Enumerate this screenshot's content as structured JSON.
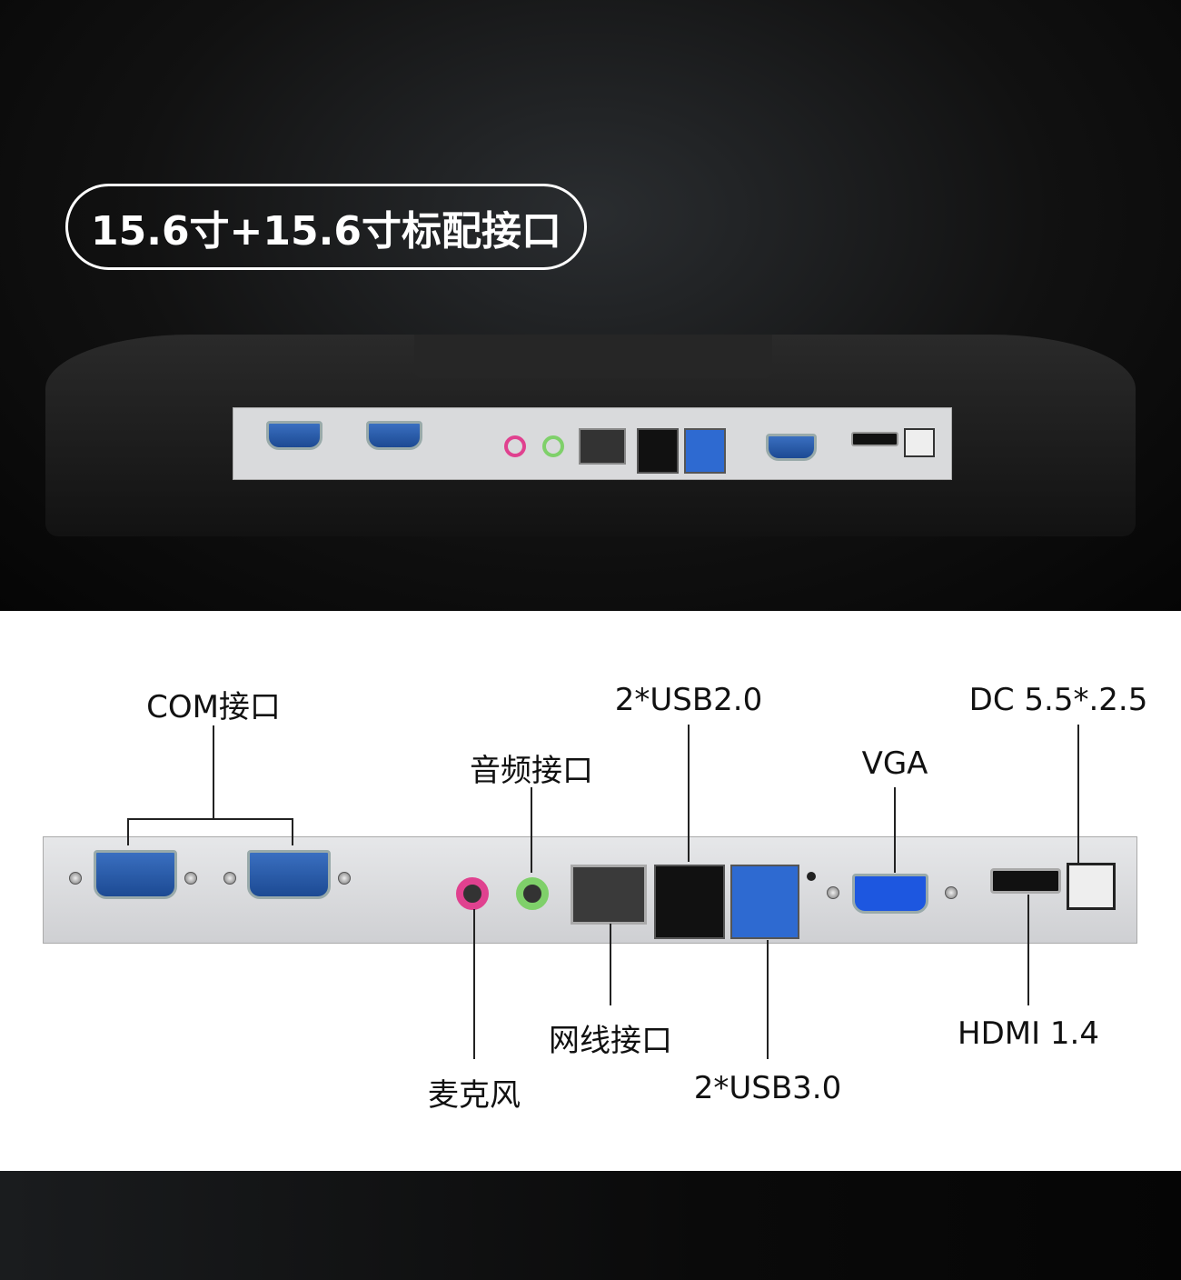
{
  "title": "15.6寸+15.6寸标配接口",
  "labels": {
    "com": "COM接口",
    "audio": "音频接口",
    "usb2": "2*USB2.0",
    "vga": "VGA",
    "dc": "DC 5.5*.2.5",
    "mic": "麦克风",
    "lan": "网线接口",
    "usb3": "2*USB3.0",
    "hdmi": "HDMI 1.4"
  },
  "colors": {
    "mic": "#e0418f",
    "audio": "#7fd06a",
    "port_blue": "#2e6ad1"
  }
}
